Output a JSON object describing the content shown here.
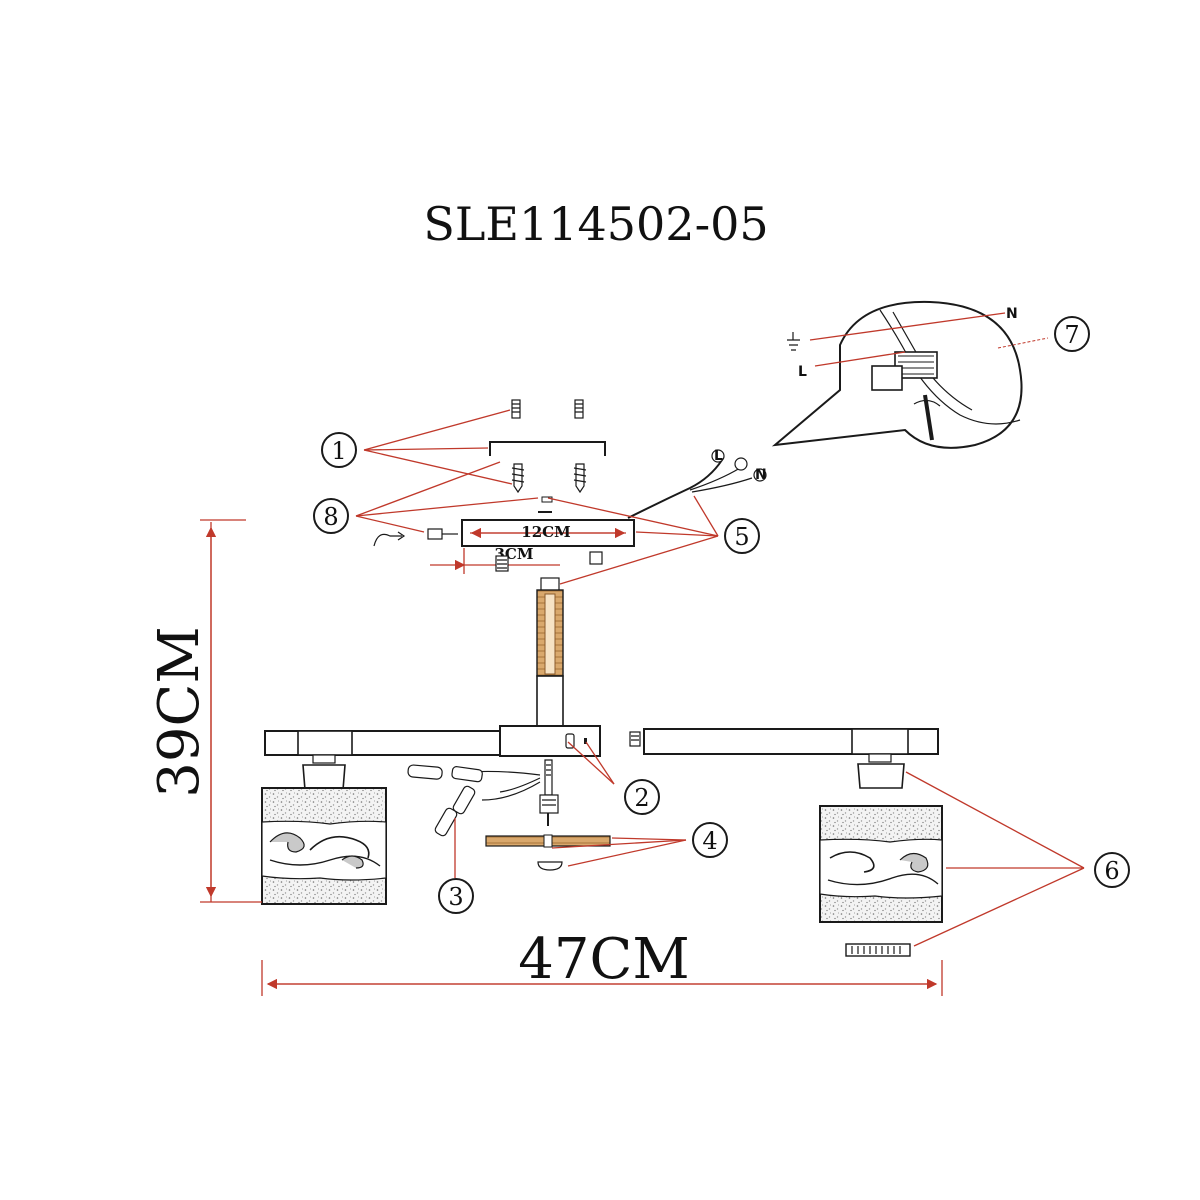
{
  "title": "SLE114502-05",
  "dimensions": {
    "height": "39CM",
    "width": "47CM",
    "canopy_length": "12CM",
    "offset": "3CM"
  },
  "callouts": {
    "c1": "1",
    "c2": "2",
    "c3": "3",
    "c4": "4",
    "c5": "5",
    "c6": "6",
    "c7": "7",
    "c8": "8"
  },
  "wiring": {
    "neutral": "N",
    "live": "L",
    "small_l": "L",
    "small_n": "N"
  },
  "colors": {
    "annotation": "#c0392b",
    "line": "#1a1a1a",
    "wood": "#c8965a"
  }
}
